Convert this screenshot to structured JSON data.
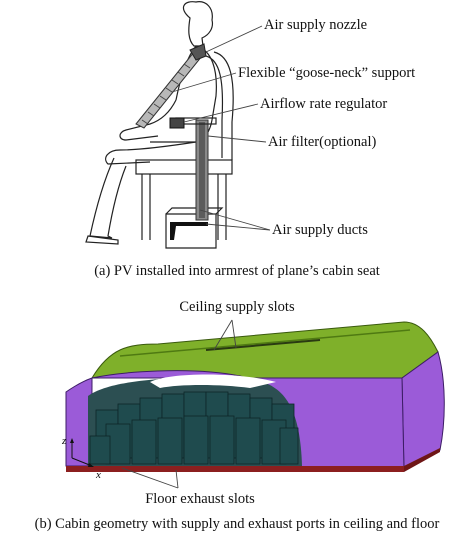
{
  "panel_a": {
    "labels": {
      "nozzle": "Air supply nozzle",
      "gooseneck": "Flexible “goose-neck” support",
      "regulator": "Airflow rate regulator",
      "filter": "Air filter(optional)",
      "ducts": "Air supply ducts"
    },
    "caption": "(a) PV installed into armrest of plane’s cabin seat"
  },
  "panel_b": {
    "labels": {
      "ceiling": "Ceiling supply slots",
      "floor": "Floor exhaust slots"
    },
    "axes": {
      "z": "z",
      "x": "x"
    },
    "caption": "(b) Cabin geometry with supply and exhaust ports in ceiling and floor"
  },
  "colors": {
    "ceiling": "#7fb02a",
    "ceiling_dark": "#4f7a12",
    "walls": "#9b5bd8",
    "seats": "#1f4b4e",
    "floor": "#8c1f1f"
  }
}
